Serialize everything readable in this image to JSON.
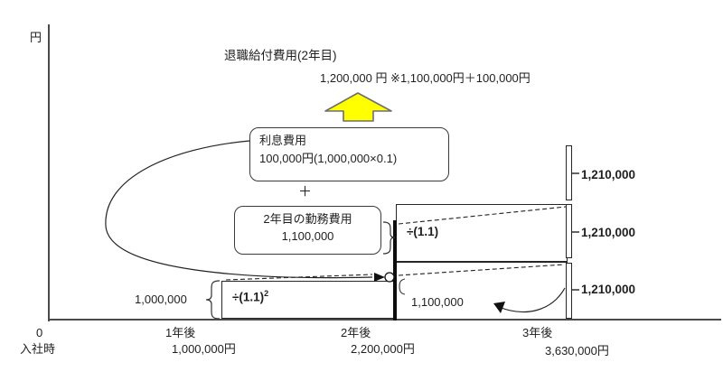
{
  "y_axis": {
    "unit_label": "円"
  },
  "header": {
    "title": "退職給付費用(2年目)",
    "amount_line": "1,200,000 円  ※1,100,000円＋100,000円"
  },
  "callouts": {
    "interest_box": {
      "title": "利息費用",
      "detail": "100,000円(1,000,000×0.1)"
    },
    "plus_sign": "＋",
    "service_box": {
      "title": "2年目の勤務費用",
      "amount": "1,100,000"
    }
  },
  "bands": {
    "year1_formula": "÷(1.1)",
    "year1_formula_sup": "2",
    "year1_left_label": "1,000,000",
    "year2_formula": "÷(1.1)",
    "year2_bottom_label": "1,100,000"
  },
  "right_bar": {
    "segment_labels": [
      "1,210,000",
      "1,210,000",
      "1,210,000"
    ]
  },
  "x_axis": {
    "origin_tick": "0",
    "origin_label": "入社時",
    "ticks": [
      {
        "year": "1年後",
        "amount": "1,000,000円"
      },
      {
        "year": "2年後",
        "amount": "2,200,000円"
      },
      {
        "year": "3年後",
        "amount": "3,630,000円"
      }
    ]
  },
  "colors": {
    "highlight_arrow": "#ffff00",
    "ink": "#222222"
  }
}
